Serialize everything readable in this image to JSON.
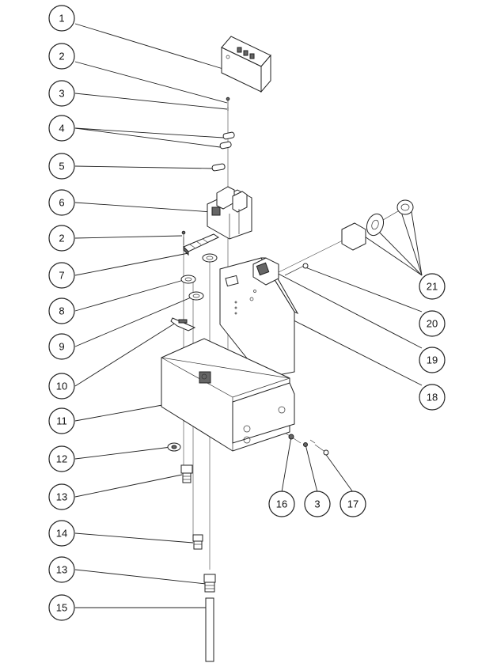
{
  "callouts": [
    {
      "id": "c1",
      "label": "1"
    },
    {
      "id": "c2a",
      "label": "2"
    },
    {
      "id": "c3a",
      "label": "3"
    },
    {
      "id": "c4",
      "label": "4"
    },
    {
      "id": "c5",
      "label": "5"
    },
    {
      "id": "c6",
      "label": "6"
    },
    {
      "id": "c2b",
      "label": "2"
    },
    {
      "id": "c7",
      "label": "7"
    },
    {
      "id": "c8",
      "label": "8"
    },
    {
      "id": "c9",
      "label": "9"
    },
    {
      "id": "c10",
      "label": "10"
    },
    {
      "id": "c11",
      "label": "11"
    },
    {
      "id": "c12",
      "label": "12"
    },
    {
      "id": "c13a",
      "label": "13"
    },
    {
      "id": "c14",
      "label": "14"
    },
    {
      "id": "c13b",
      "label": "13"
    },
    {
      "id": "c15",
      "label": "15"
    },
    {
      "id": "c16",
      "label": "16"
    },
    {
      "id": "c3b",
      "label": "3"
    },
    {
      "id": "c17",
      "label": "17"
    },
    {
      "id": "c18",
      "label": "18"
    },
    {
      "id": "c19",
      "label": "19"
    },
    {
      "id": "c20",
      "label": "20"
    },
    {
      "id": "c21",
      "label": "21"
    }
  ]
}
